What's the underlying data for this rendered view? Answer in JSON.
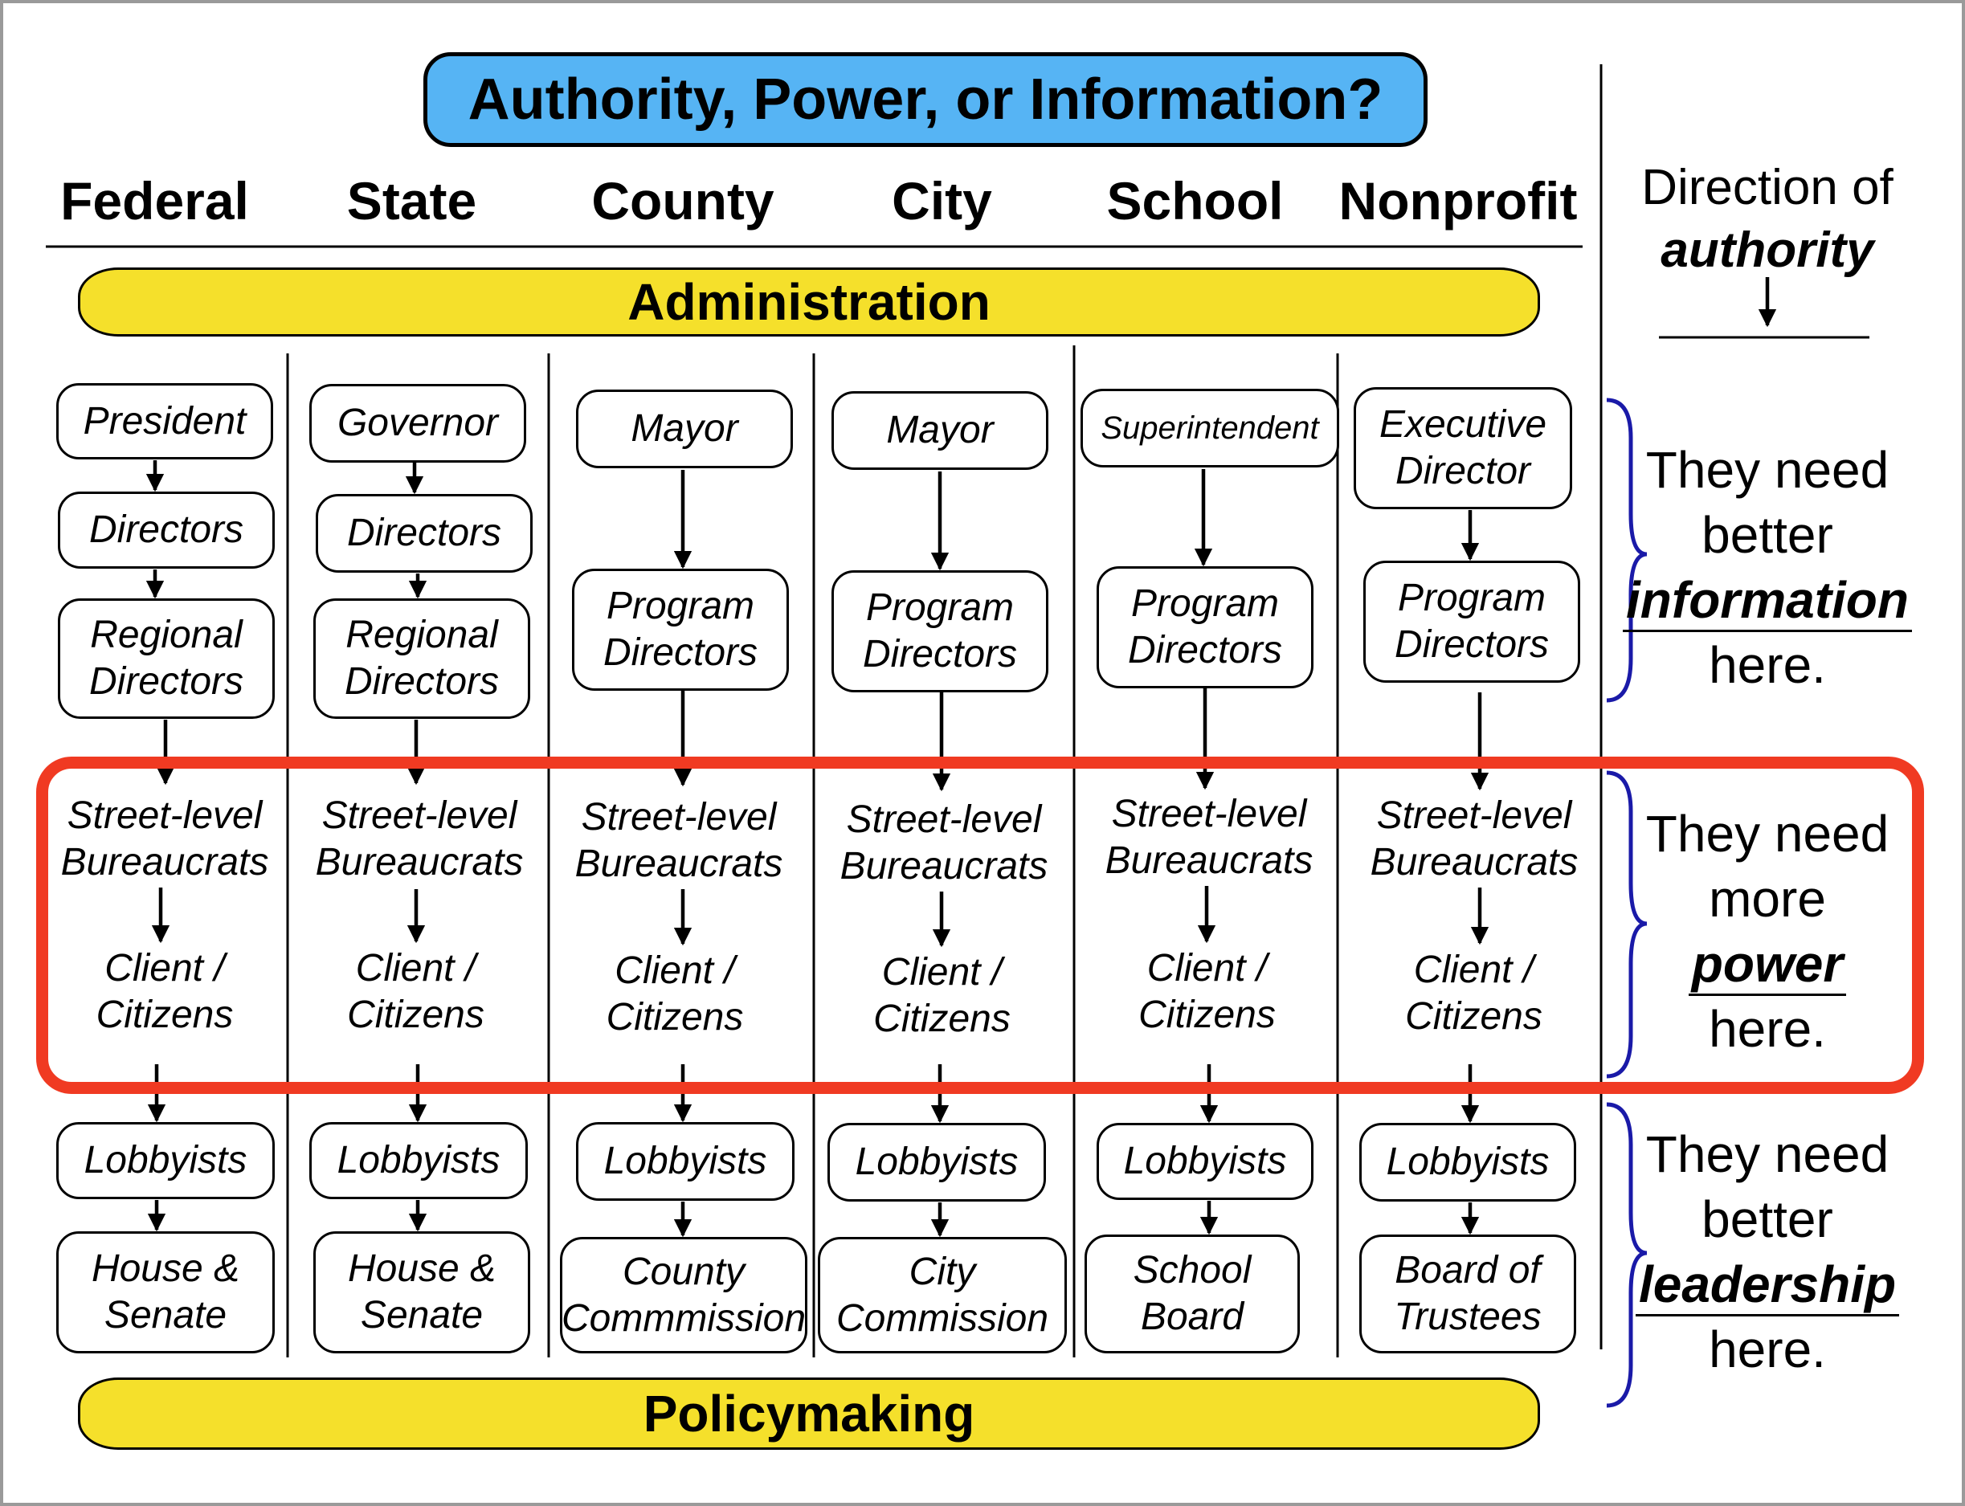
{
  "title": "Authority, Power, or Information?",
  "columns": [
    {
      "header": "Federal",
      "admin": [
        "President",
        "Directors",
        "Regional\nDirectors"
      ],
      "street": "Street-level\nBureaucrats",
      "clients": "Client /\nCitizens",
      "lobbyists": "Lobbyists",
      "legislature": "House &\nSenate"
    },
    {
      "header": "State",
      "admin": [
        "Governor",
        "Directors",
        "Regional\nDirectors"
      ],
      "street": "Street-level\nBureaucrats",
      "clients": "Client /\nCitizens",
      "lobbyists": "Lobbyists",
      "legislature": "House &\nSenate"
    },
    {
      "header": "County",
      "admin": [
        "Mayor",
        "Program\nDirectors"
      ],
      "street": "Street-level\nBureaucrats",
      "clients": "Client /\nCitizens",
      "lobbyists": "Lobbyists",
      "legislature": "County\nCommmission"
    },
    {
      "header": "City",
      "admin": [
        "Mayor",
        "Program\nDirectors"
      ],
      "street": "Street-level\nBureaucrats",
      "clients": "Client /\nCitizens",
      "lobbyists": "Lobbyists",
      "legislature": "City\nCommission"
    },
    {
      "header": "School",
      "admin": [
        "Superintendent",
        "Program\nDirectors"
      ],
      "street": "Street-level\nBureaucrats",
      "clients": "Client /\nCitizens",
      "lobbyists": "Lobbyists",
      "legislature": "School\nBoard"
    },
    {
      "header": "Nonprofit",
      "admin": [
        "Executive\nDirector",
        "Program\nDirectors"
      ],
      "street": "Street-level\nBureaucrats",
      "clients": "Client /\nCitizens",
      "lobbyists": "Lobbyists",
      "legislature": "Board of\nTrustees"
    }
  ],
  "administration_label": "Administration",
  "policymaking_label": "Policymaking",
  "direction": {
    "line1": "Direction of",
    "emph": "authority"
  },
  "side_notes": [
    {
      "pre": [
        "They need",
        "better"
      ],
      "emph": "information",
      "post": "here."
    },
    {
      "pre": [
        "They need",
        "more"
      ],
      "emph": "power",
      "post": "here."
    },
    {
      "pre": [
        "They need",
        "better"
      ],
      "emph": "leadership",
      "post": "here."
    }
  ],
  "colors": {
    "title_fill": "#56b4f4",
    "pill_fill": "#f5e02b",
    "highlight": "#f03a22",
    "brace": "#1a1aa8"
  }
}
